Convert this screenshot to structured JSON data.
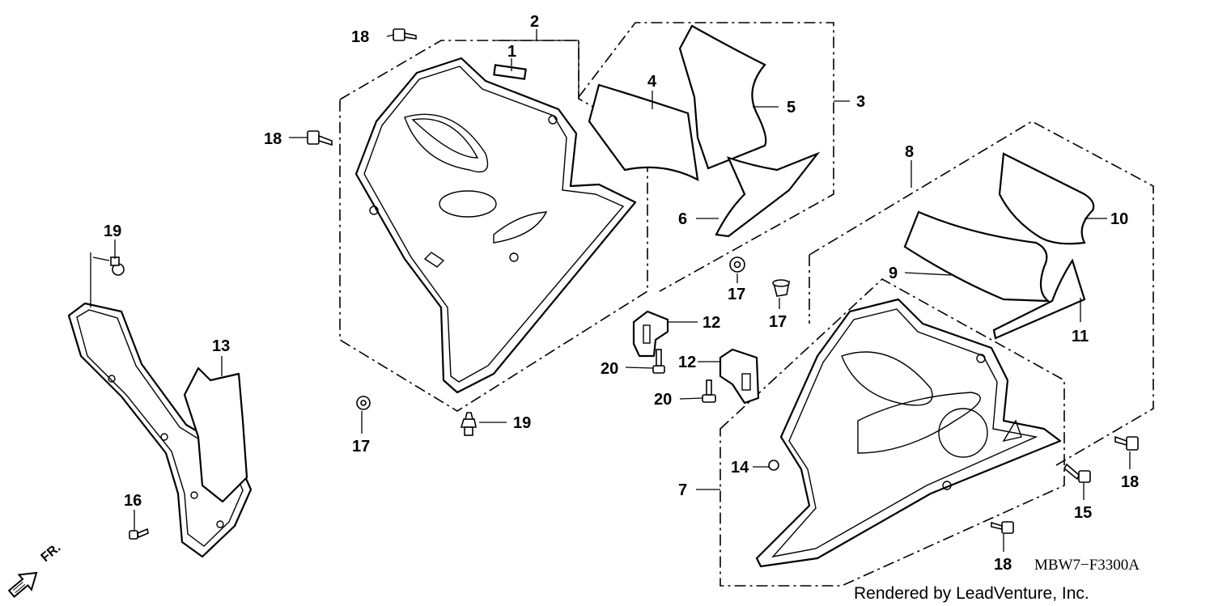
{
  "diagram": {
    "callouts": [
      {
        "id": "c1",
        "label": "1"
      },
      {
        "id": "c2",
        "label": "2"
      },
      {
        "id": "c3",
        "label": "3"
      },
      {
        "id": "c4",
        "label": "4"
      },
      {
        "id": "c5",
        "label": "5"
      },
      {
        "id": "c6",
        "label": "6"
      },
      {
        "id": "c7",
        "label": "7"
      },
      {
        "id": "c8",
        "label": "8"
      },
      {
        "id": "c9",
        "label": "9"
      },
      {
        "id": "c10",
        "label": "10"
      },
      {
        "id": "c11",
        "label": "11"
      },
      {
        "id": "c12a",
        "label": "12"
      },
      {
        "id": "c12b",
        "label": "12"
      },
      {
        "id": "c13",
        "label": "13"
      },
      {
        "id": "c14",
        "label": "14"
      },
      {
        "id": "c15",
        "label": "15"
      },
      {
        "id": "c16",
        "label": "16"
      },
      {
        "id": "c17a",
        "label": "17"
      },
      {
        "id": "c17b",
        "label": "17"
      },
      {
        "id": "c17c",
        "label": "17"
      },
      {
        "id": "c18a",
        "label": "18"
      },
      {
        "id": "c18b",
        "label": "18"
      },
      {
        "id": "c18c",
        "label": "18"
      },
      {
        "id": "c18d",
        "label": "18"
      },
      {
        "id": "c19a",
        "label": "19"
      },
      {
        "id": "c19b",
        "label": "19"
      },
      {
        "id": "c20a",
        "label": "20"
      },
      {
        "id": "c20b",
        "label": "20"
      }
    ],
    "diagram_code": "MBW7−F3300A",
    "credit": "Rendered by LeadVenture, Inc.",
    "direction_label": "FR."
  }
}
